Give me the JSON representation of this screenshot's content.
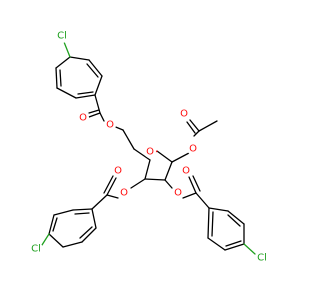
{
  "diagram": {
    "type": "chemical-structure",
    "atom_labels": {
      "o_ring": "O",
      "o_acetyl_ester": "O",
      "o_acetyl_carbonyl": "O",
      "o_ch2_ester": "O",
      "o_ch2_carbonyl": "O",
      "o_c3_ester": "O",
      "o_c3_carbonyl": "O",
      "o_c2_ester": "O",
      "o_c2_carbonyl": "O",
      "cl_top": "Cl",
      "cl_bottom_left": "Cl",
      "cl_bottom_right": "Cl"
    },
    "colors": {
      "bond": "#000000",
      "oxygen": "#ff0d0d",
      "chlorine": "#1fa01f",
      "background": "#ffffff"
    }
  }
}
